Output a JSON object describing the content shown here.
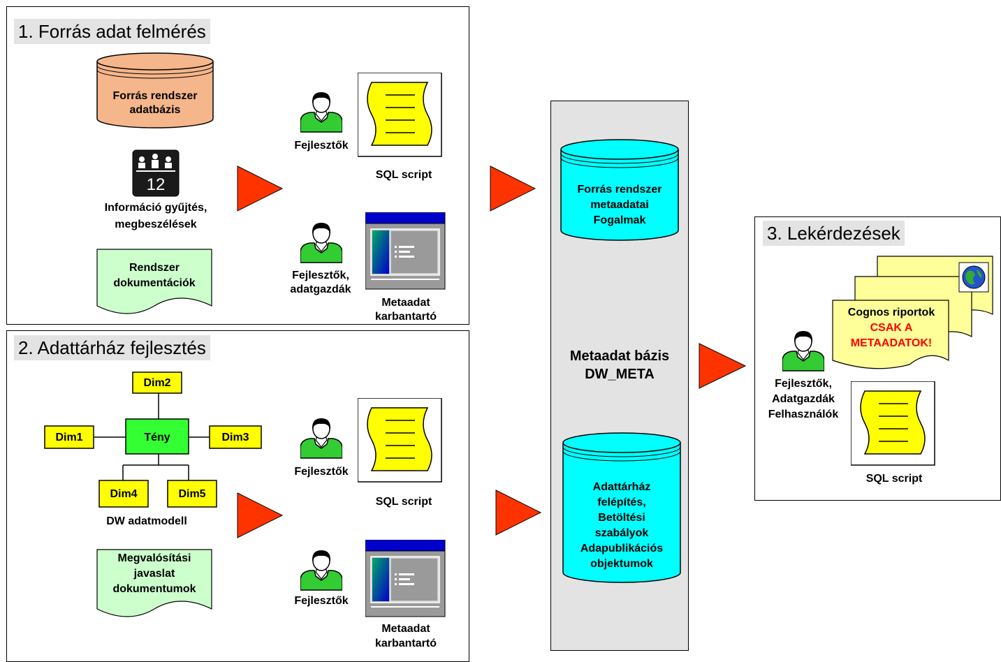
{
  "section1": {
    "title": "1. Forrás adat felmérés",
    "db_label_l1": "Forrás rendszer",
    "db_label_l2": "adatbázis",
    "calendar_number": "12",
    "meeting_l1": "Információ gyűjtés,",
    "meeting_l2": "megbeszélések",
    "doc_l1": "Rendszer",
    "doc_l2": "dokumentációk",
    "person1": "Fejlesztők",
    "script1": "SQL script",
    "person2_l1": "Fejlesztők,",
    "person2_l2": "adatgazdák",
    "tool_l1": "Metaadat",
    "tool_l2": "karbantartó"
  },
  "section2": {
    "title": "2. Adattárház fejlesztés",
    "dim1": "Dim1",
    "dim2": "Dim2",
    "dim3": "Dim3",
    "dim4": "Dim4",
    "dim5": "Dim5",
    "fact": "Tény",
    "model": "DW adatmodell",
    "doc_l1": "Megvalósítási",
    "doc_l2": "javaslat",
    "doc_l3": "dokumentumok",
    "person1": "Fejlesztők",
    "script1": "SQL script",
    "person2": "Fejlesztők",
    "tool_l1": "Metaadat",
    "tool_l2": "karbantartó"
  },
  "meta": {
    "db1_l1": "Forrás rendszer",
    "db1_l2": "metaadatai",
    "db1_l3": "Fogalmak",
    "title_l1": "Metaadat bázis",
    "title_l2": "DW_META",
    "db2_l1": "Adattárház",
    "db2_l2": "felépítés,",
    "db2_l3": "Betöltési",
    "db2_l4": "szabályok",
    "db2_l5": "Adapublikációs",
    "db2_l6": "objektumok"
  },
  "section3": {
    "title": "3. Lekérdezések",
    "report_l1": "Cognos riportok",
    "report_l2": "CSAK A",
    "report_l3": "METAADATOK!",
    "person_l1": "Fejlesztők,",
    "person_l2": "Adatgazdák",
    "person_l3": "Felhasználók",
    "script": "SQL script"
  },
  "colors": {
    "arrow": "#ff3300",
    "source_db": "#f5b68b",
    "meta_db": "#00ffff",
    "dim": "#ffff00",
    "fact": "#33ff33",
    "doc": "#ccffcc",
    "person": "#33cc33",
    "script": "#ffff00",
    "report": "#ffff99",
    "panel": "#e3e3e3"
  }
}
